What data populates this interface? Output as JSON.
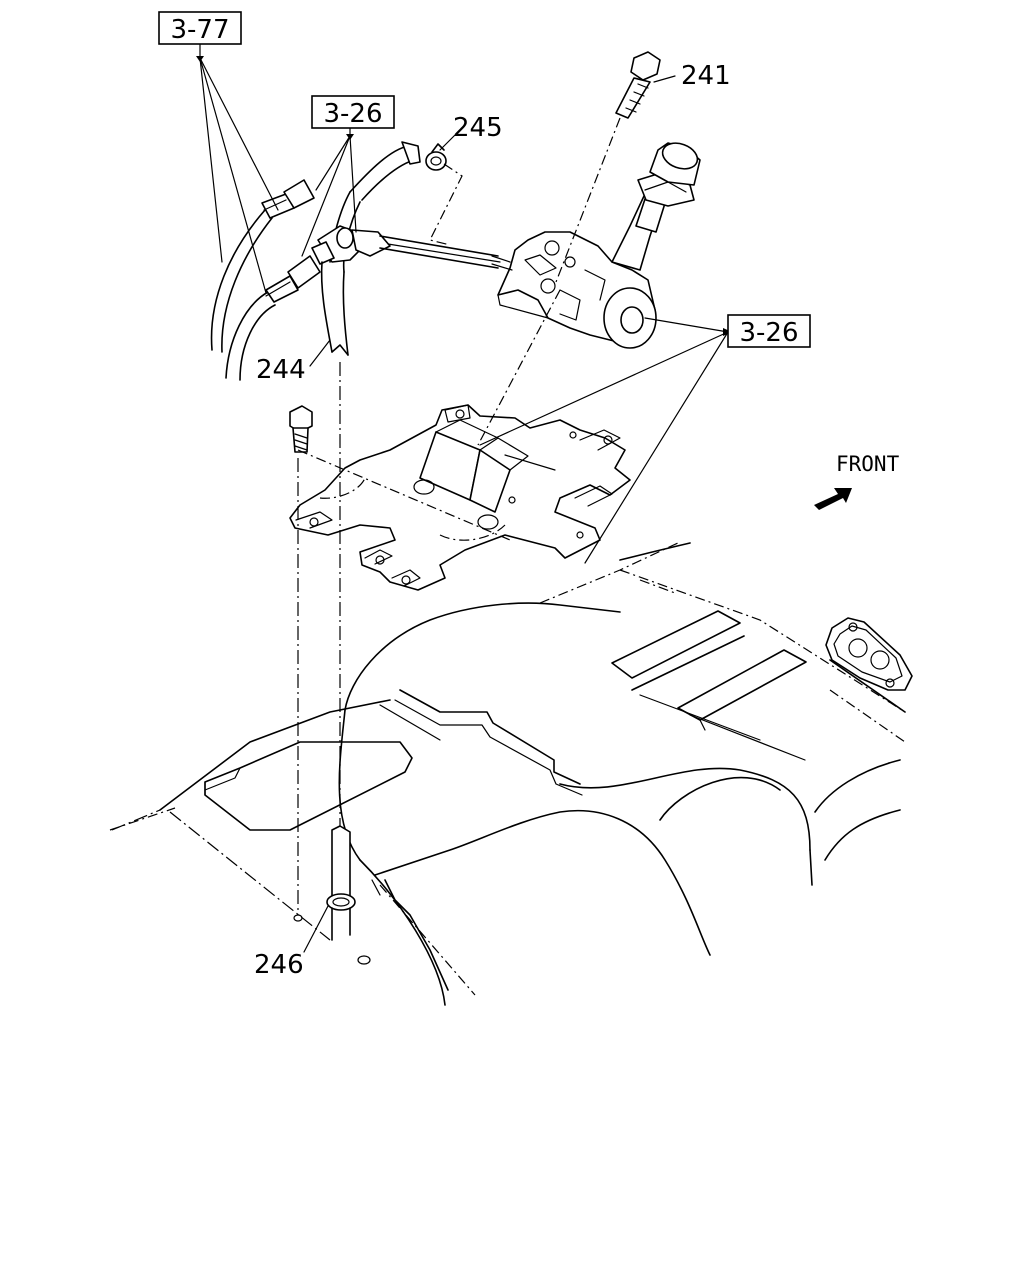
{
  "callouts": {
    "ref_3_77": "3-77",
    "ref_3_26_top": "3-26",
    "ref_3_26_right": "3-26",
    "part_241": "241",
    "part_245": "245",
    "part_244": "244",
    "part_246": "246"
  },
  "direction": {
    "label": "FRONT",
    "icon": "arrow-up-right-icon"
  },
  "colors": {
    "line": "#000000",
    "background": "#ffffff"
  }
}
